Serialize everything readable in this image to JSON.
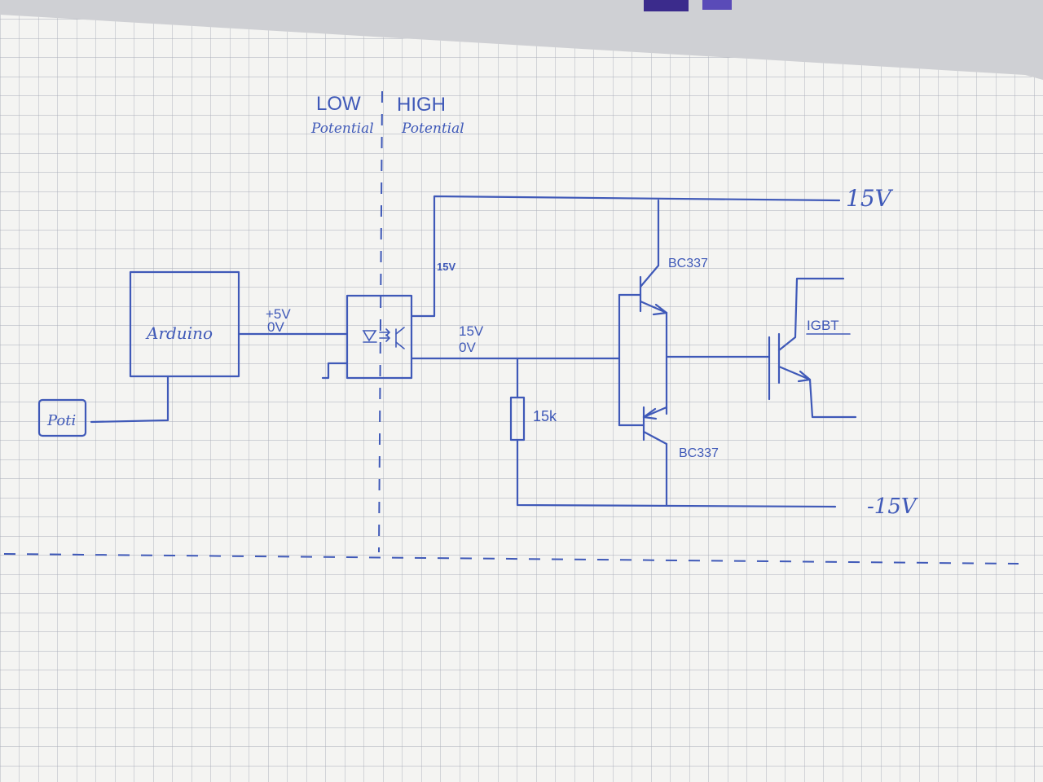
{
  "labels": {
    "low": "LOW",
    "high": "HIGH",
    "potential_low": "Potential",
    "potential_high": "Potential",
    "arduino": "Arduino",
    "poti": "Poti",
    "plus5v": "+5V",
    "zero_v_left": "0V",
    "v15_top": "15V",
    "v15_small": "15V",
    "v15_mid": "15V",
    "zero_v_mid": "0V",
    "resistor": "15k",
    "bc337_top": "BC337",
    "bc337_bottom": "BC337",
    "igbt": "IGBT",
    "neg15v": "-15V"
  },
  "colors": {
    "ink": "#3f59b8",
    "paper": "#f4f4f2",
    "grid": "#a9adb8",
    "background": "#cfd0d4"
  }
}
